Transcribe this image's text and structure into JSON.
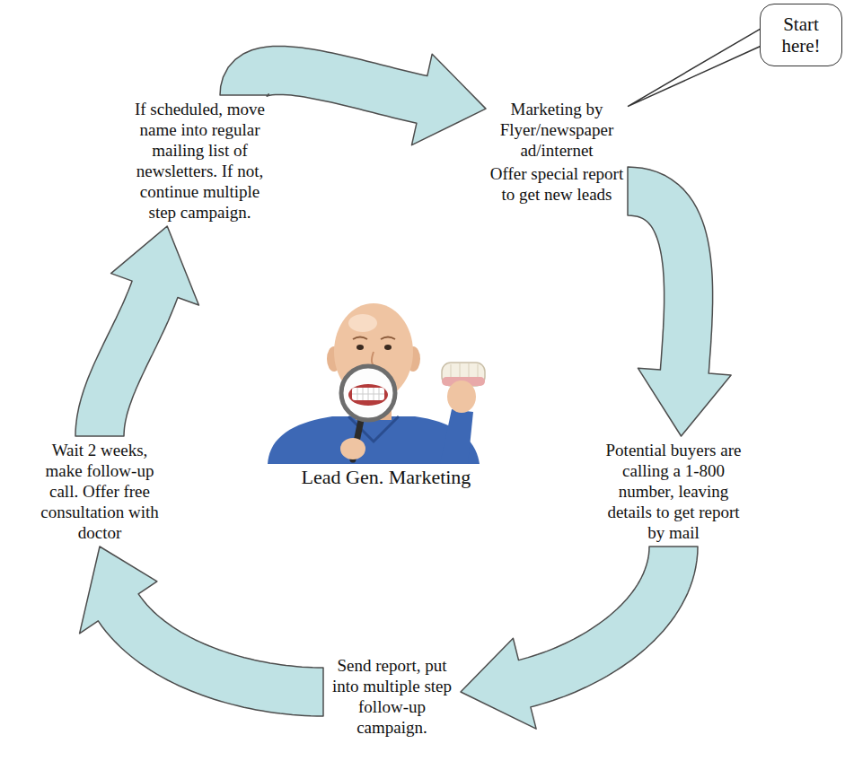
{
  "diagram": {
    "nodes": [
      {
        "text": [
          "Marketing by Flyer/newspaper ad/internet",
          "Offer special report to get new leads"
        ]
      },
      {
        "text": [
          "Potential buyers are calling a 1-800 number, leaving details to get report by mail"
        ]
      },
      {
        "text": [
          "Send report, put into multiple step follow-up campaign."
        ]
      },
      {
        "text": [
          "Wait 2 weeks, make follow-up call. Offer free consultation with doctor"
        ]
      },
      {
        "text": [
          "If scheduled, move name into regular mailing list of newsletters. If not, continue multiple step campaign."
        ]
      },
      {
        "text": [
          "Start here!"
        ]
      }
    ],
    "edges": [
      {
        "from": 0,
        "to": 1,
        "arrow": "to"
      },
      {
        "from": 1,
        "to": 2,
        "arrow": "to"
      },
      {
        "from": 2,
        "to": 3,
        "arrow": "to"
      },
      {
        "from": 3,
        "to": 4,
        "arrow": "to"
      },
      {
        "from": 4,
        "to": 0,
        "arrow": "to"
      },
      {
        "from": 5,
        "to": 0,
        "arrow": "none"
      }
    ],
    "labels": [
      "Lead Gen. Marketing"
    ]
  }
}
